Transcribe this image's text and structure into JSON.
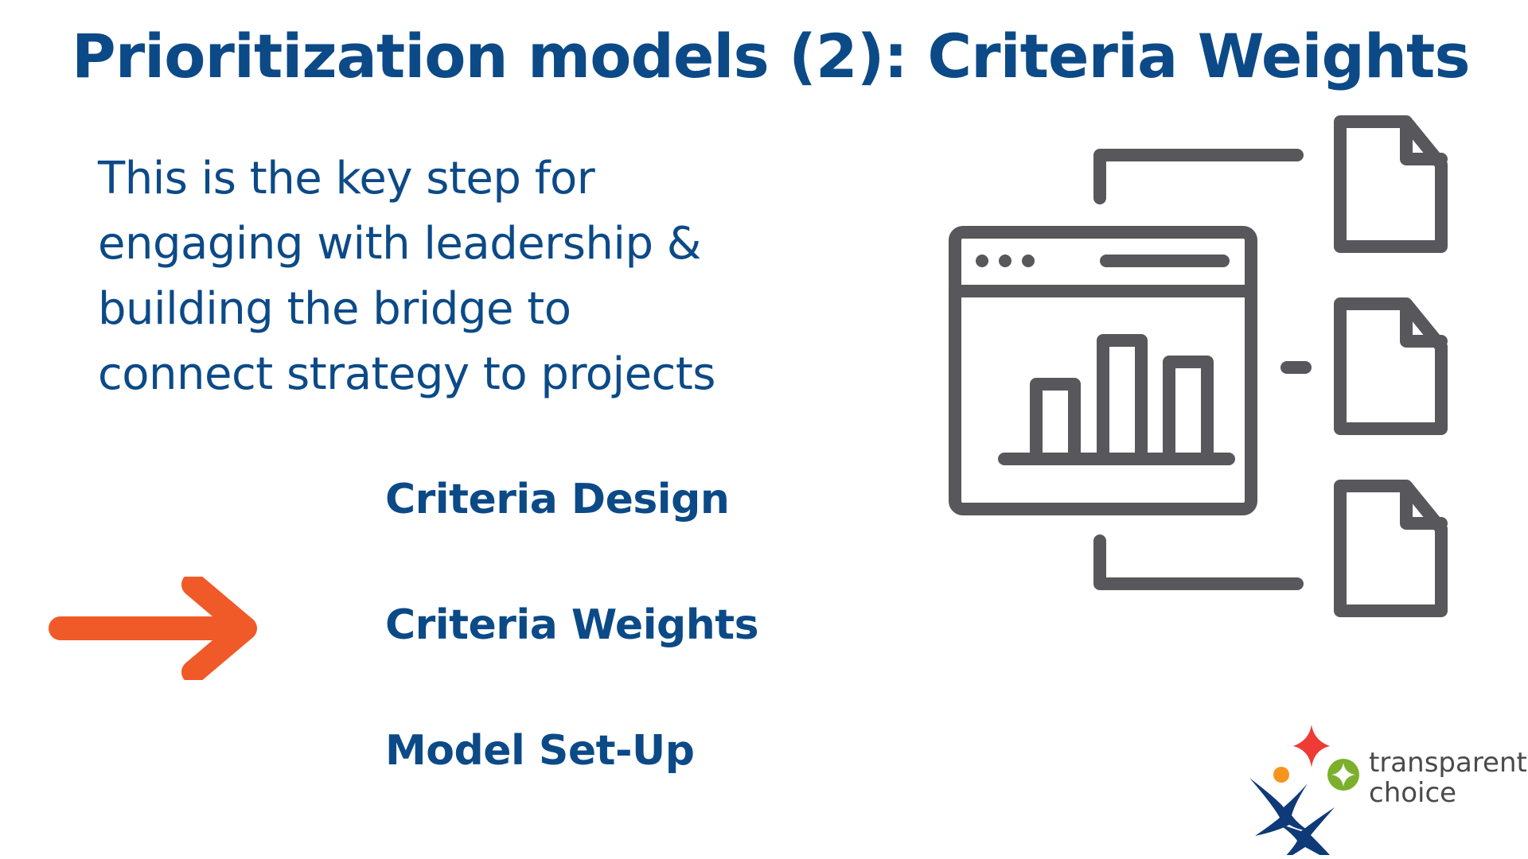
{
  "slide": {
    "title": "Prioritization models (2): Criteria Weights",
    "body_lines": [
      "This is the key step for",
      "engaging with leadership &",
      "building the bridge to",
      "connect strategy to projects"
    ],
    "steps": [
      {
        "label": "Criteria Design",
        "current": false
      },
      {
        "label": "Criteria Weights",
        "current": true
      },
      {
        "label": "Model Set-Up",
        "current": false
      }
    ],
    "current_indicator": "arrow-right-icon",
    "illustration": "dashboard-bar-chart-to-documents-icon"
  },
  "logo": {
    "line1": "transparent",
    "line2": "choice"
  },
  "colors": {
    "primary": "#0c4a87",
    "accent_arrow": "#f05a28",
    "icon_gray": "#58575b",
    "logo_red": "#ef3b35",
    "logo_green": "#7cb02c",
    "logo_orange": "#f7941d",
    "logo_navy": "#0f3a78"
  }
}
